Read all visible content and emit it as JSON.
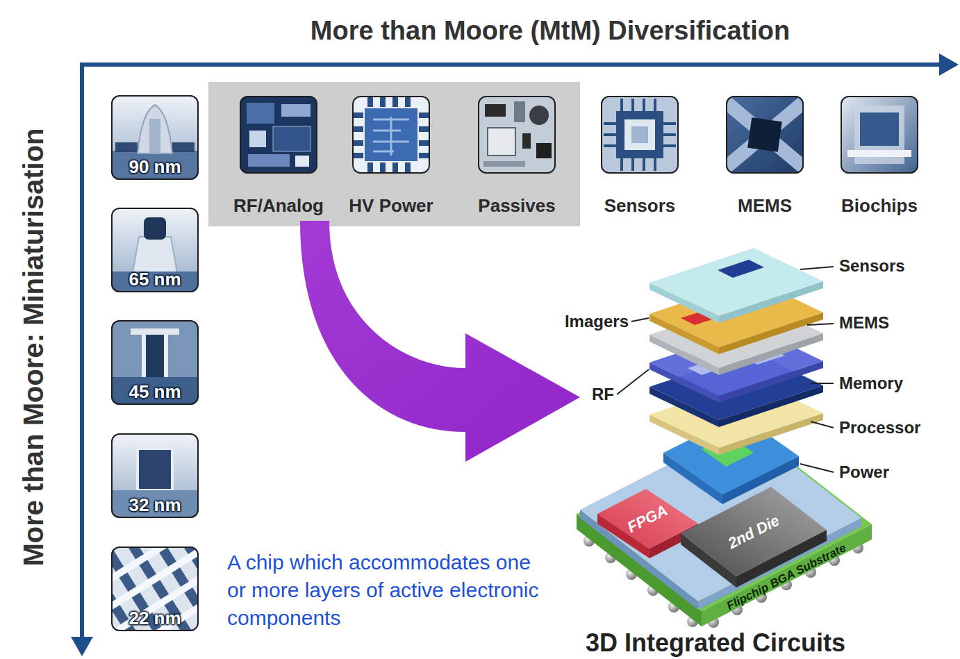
{
  "diagram": {
    "nodes": [
      {
        "text": [
          "RF/Analog"
        ]
      },
      {
        "text": [
          "HV Power"
        ]
      },
      {
        "text": [
          "Passives"
        ]
      },
      {
        "text": [
          "Sensors"
        ]
      },
      {
        "text": [
          "MEMS"
        ]
      },
      {
        "text": [
          "Biochips"
        ]
      },
      {
        "text": [
          "90 nm"
        ]
      },
      {
        "text": [
          "65 nm"
        ]
      },
      {
        "text": [
          "45 nm"
        ]
      },
      {
        "text": [
          "32 nm"
        ]
      },
      {
        "text": [
          "22 nm"
        ]
      },
      {
        "text": [
          "FPGA"
        ]
      },
      {
        "text": [
          "2nd Die"
        ]
      },
      {
        "text": [
          "Flipchip BGA Substrate"
        ]
      }
    ],
    "labels": [
      "More than Moore (MtM) Diversification",
      "More than Moore: Miniaturisation",
      "Sensors",
      "Imagers",
      "MEMS",
      "RF",
      "Memory",
      "Processor",
      "Power",
      "A chip which accommodates one or more layers of active electronic components",
      "3D Integrated Circuits"
    ]
  }
}
